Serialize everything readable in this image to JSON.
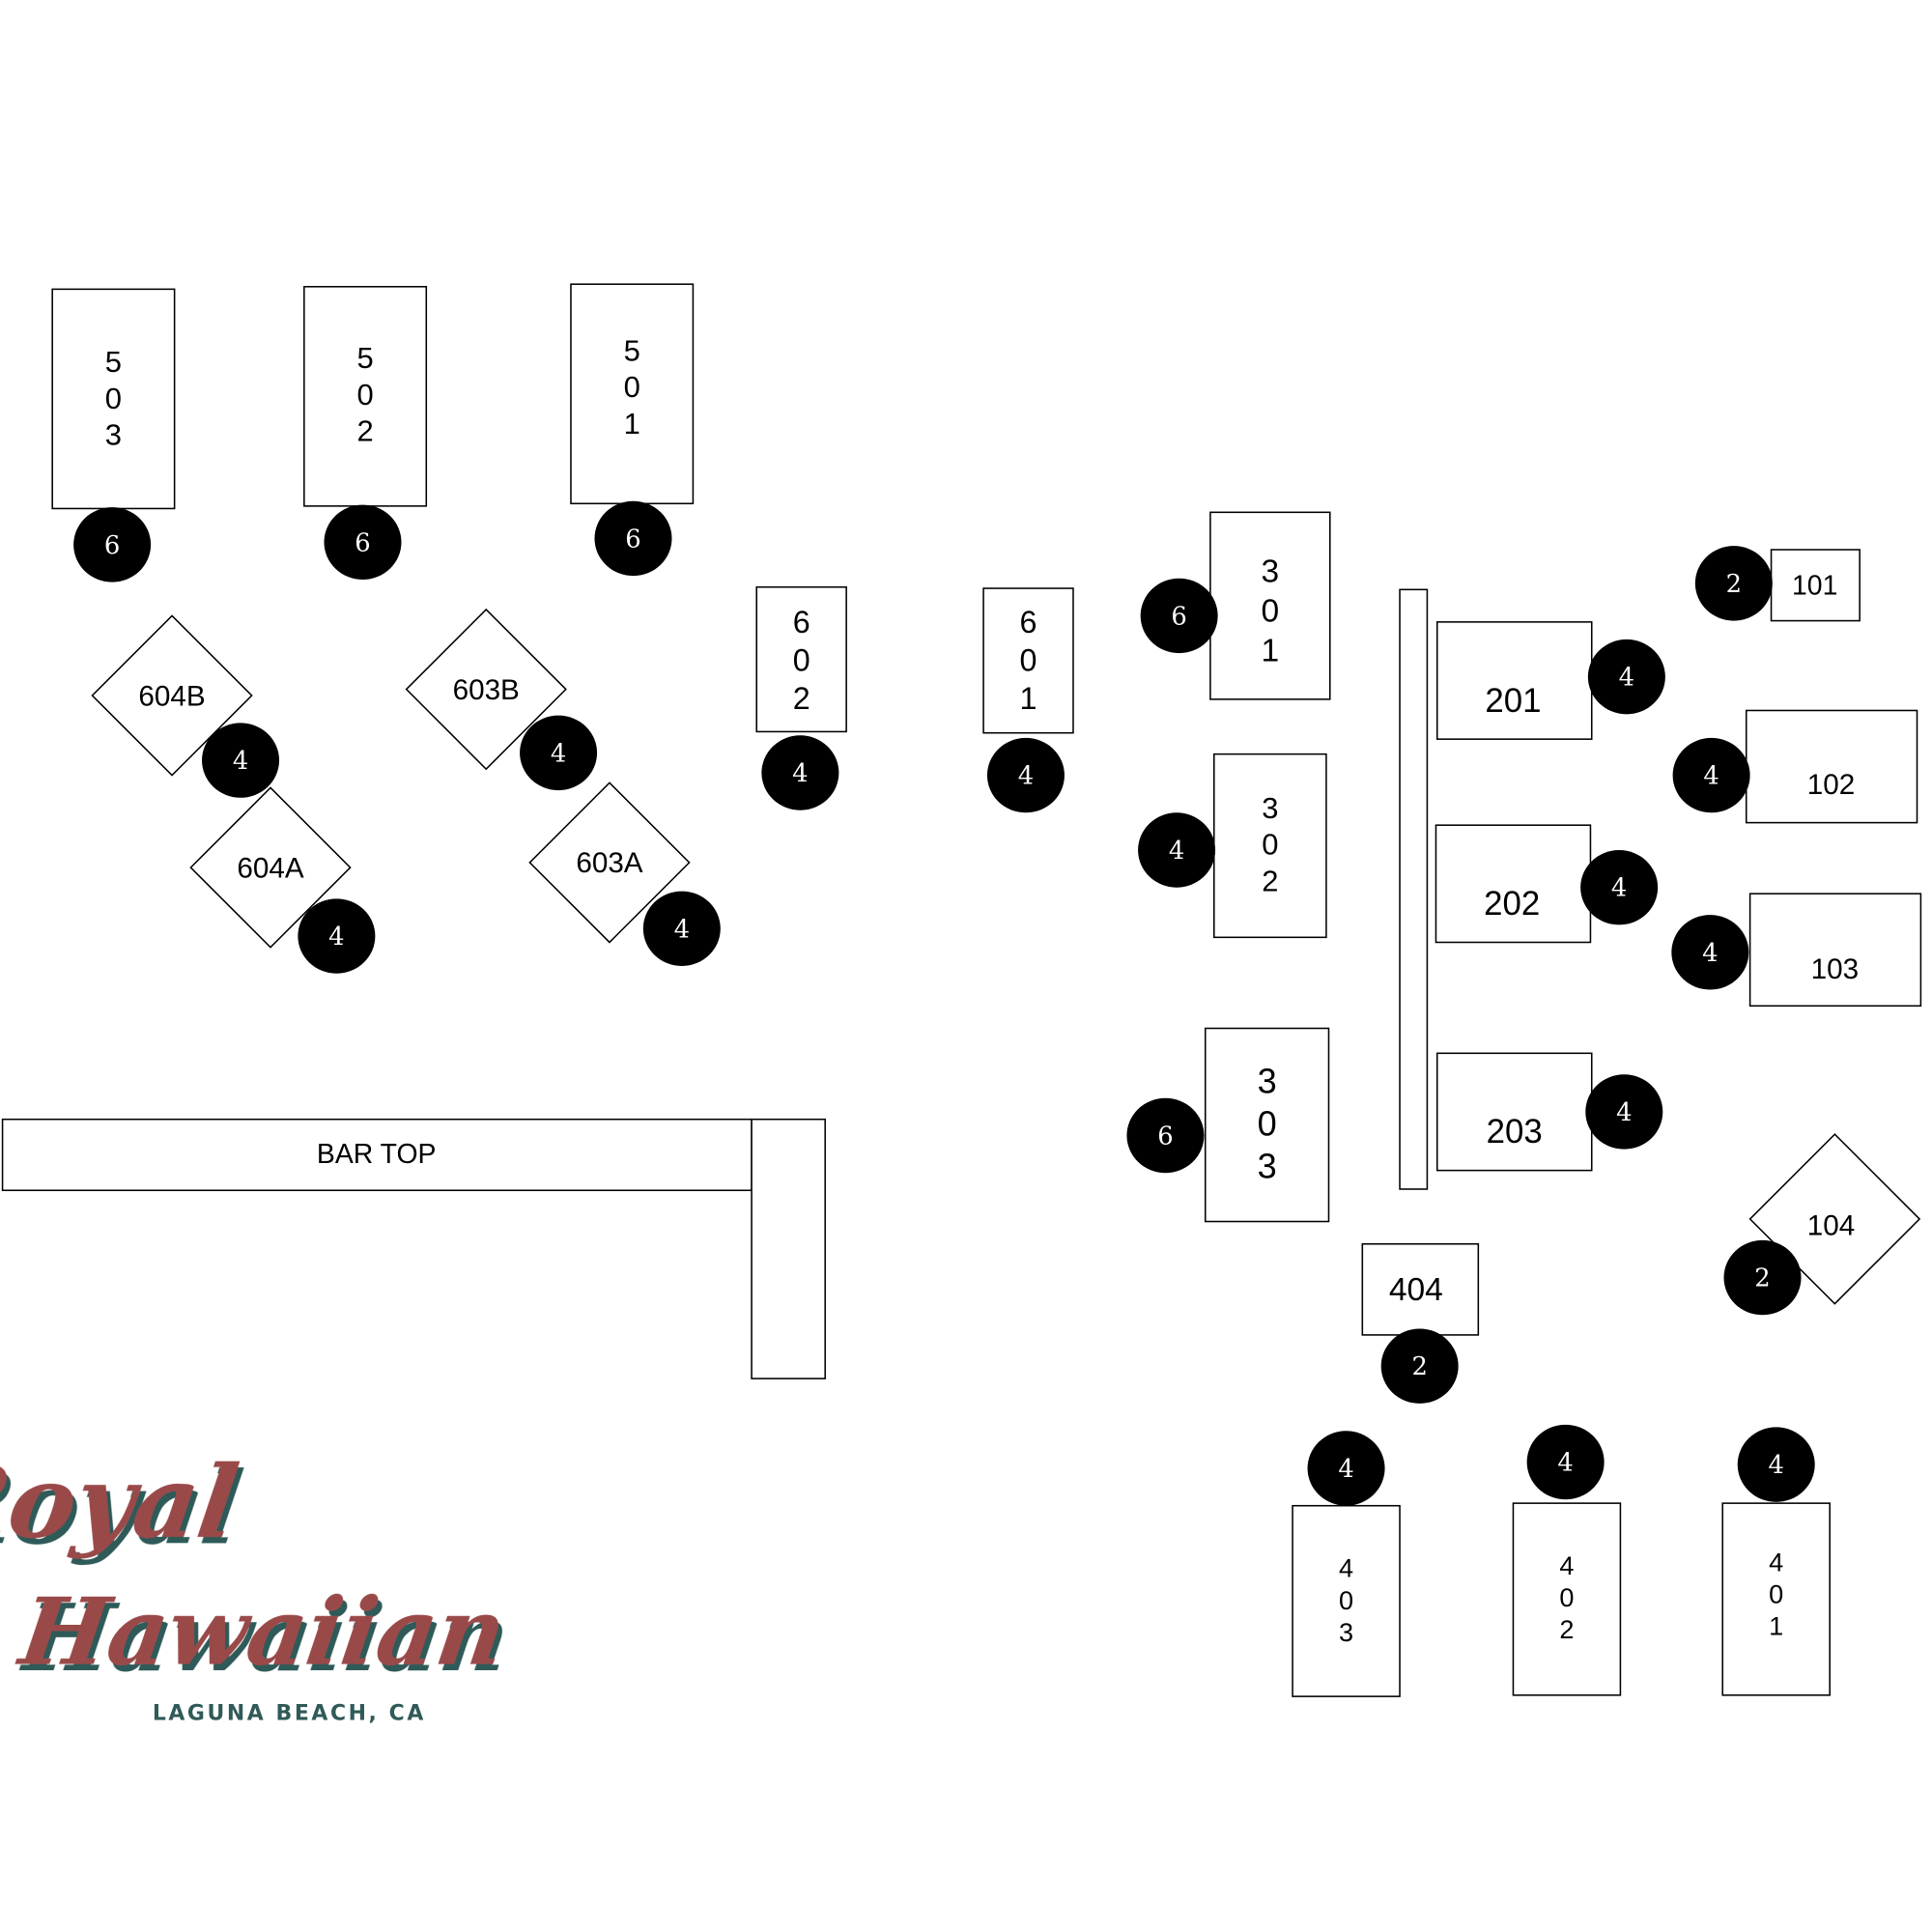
{
  "floor_plan": {
    "bar": {
      "label": "BAR TOP"
    },
    "tables": [
      {
        "label": "503",
        "seats": "6"
      },
      {
        "label": "502",
        "seats": "6"
      },
      {
        "label": "501",
        "seats": "6"
      },
      {
        "label": "604B",
        "seats": "4"
      },
      {
        "label": "604A",
        "seats": "4"
      },
      {
        "label": "603B",
        "seats": "4"
      },
      {
        "label": "603A",
        "seats": "4"
      },
      {
        "label": "602",
        "seats": "4"
      },
      {
        "label": "601",
        "seats": "4"
      },
      {
        "label": "301",
        "seats": "6"
      },
      {
        "label": "302",
        "seats": "4"
      },
      {
        "label": "303",
        "seats": "6"
      },
      {
        "label": "201",
        "seats": "4"
      },
      {
        "label": "202",
        "seats": "4"
      },
      {
        "label": "203",
        "seats": "4"
      },
      {
        "label": "101",
        "seats": "2"
      },
      {
        "label": "102",
        "seats": "4"
      },
      {
        "label": "103",
        "seats": "4"
      },
      {
        "label": "104",
        "seats": "2"
      },
      {
        "label": "404",
        "seats": "2"
      },
      {
        "label": "403",
        "seats": "4"
      },
      {
        "label": "402",
        "seats": "4"
      },
      {
        "label": "401",
        "seats": "4"
      }
    ]
  },
  "logo": {
    "line1": "Royal",
    "line2": "Hawaiian",
    "tagline": "LAGUNA BEACH, CA",
    "colors": {
      "script": "#9a4a48",
      "shadow": "#2f5a58",
      "tagline": "#2f5a58"
    }
  }
}
